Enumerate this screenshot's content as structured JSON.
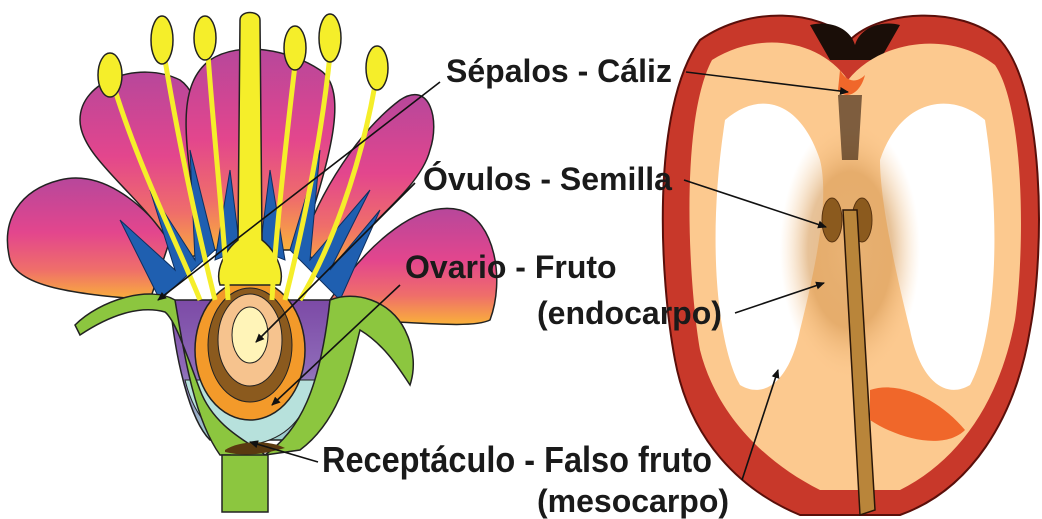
{
  "labels": {
    "sepalos": "Sépalos - Cáliz",
    "ovulos": "Óvulos - Semilla",
    "ovario": "Ovario - Fruto",
    "endocarpo": "(endocarpo)",
    "receptaculo": "Receptáculo - Falso fruto",
    "mesocarpo": "(mesocarpo)"
  },
  "colors": {
    "petal_top": "#c0449a",
    "petal_mid": "#e14a8f",
    "petal_bottom": "#f7a63a",
    "sepal_green": "#8cc63f",
    "stamen_yellow": "#f5ee2a",
    "style_blue": "#1f5fb0",
    "ovary_orange": "#f39a2a",
    "ovary_brown": "#8b5a1e",
    "apple_red": "#c8382a",
    "apple_dark": "#7a1a14",
    "apple_flesh": "#fcc98f",
    "apple_core": "#b9853a"
  }
}
